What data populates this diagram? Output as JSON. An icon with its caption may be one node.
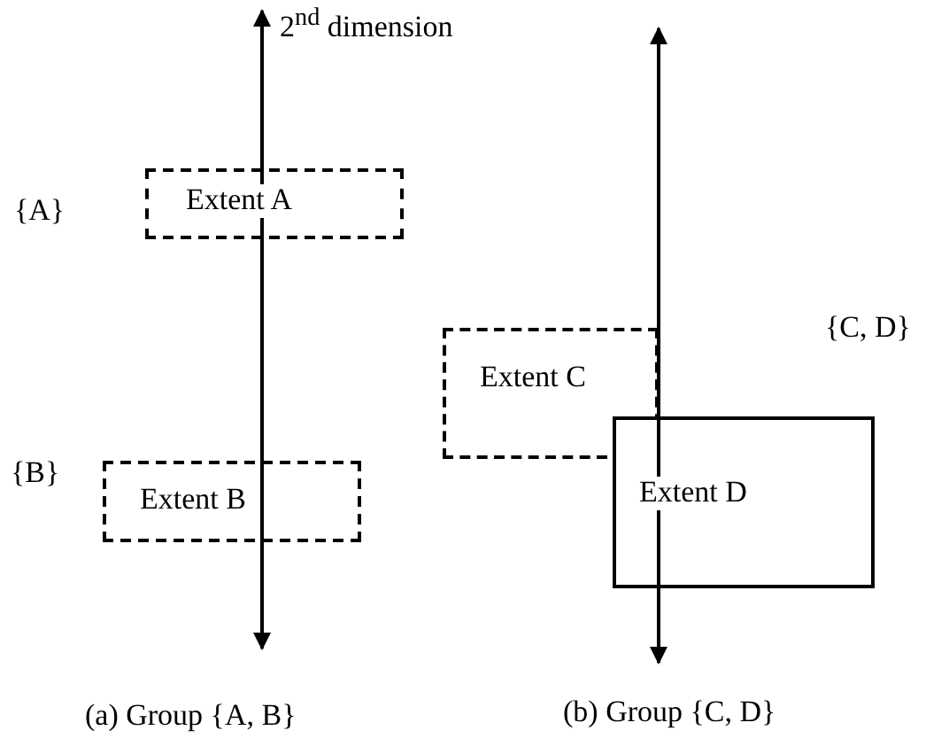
{
  "diagram": {
    "nodes": [
      {
        "text": [
          "Extent A"
        ]
      },
      {
        "text": [
          "Extent B"
        ]
      },
      {
        "text": [
          "Extent C"
        ]
      },
      {
        "text": [
          "Extent D"
        ]
      }
    ],
    "labels": [
      "2$^{nd}$ dimension",
      "{A}",
      "{C, D}",
      "{B}",
      "(a) Group {A, B}",
      "(b) Group {C, D}"
    ]
  }
}
